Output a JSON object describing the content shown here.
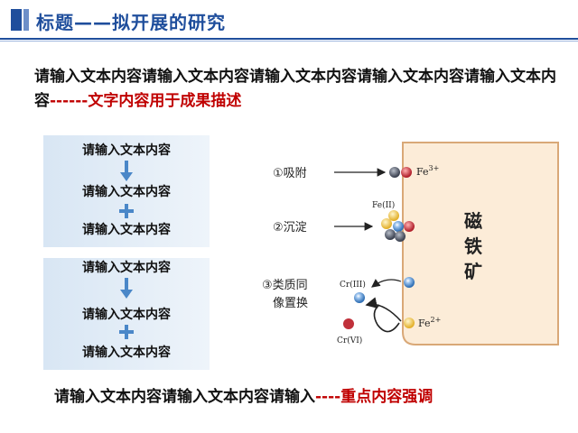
{
  "header": {
    "title": "标题——拟开展的研究"
  },
  "intro": {
    "text": "请输入文本内容请输入文本内容请输入文本内容请输入文本内容请输入文本内容",
    "emphasis": "------文字内容用于成果描述"
  },
  "flow_groups": [
    {
      "step1": "请输入文本内容",
      "step2": "请输入文本内容",
      "step3": "请输入文本内容"
    },
    {
      "step1": "请输入文本内容",
      "step2": "请输入文本内容",
      "step3": "请输入文本内容"
    }
  ],
  "diagram": {
    "labels": {
      "adsorb": "①吸附",
      "precipitate": "②沉淀",
      "substitute_line1": "③类质同",
      "substitute_line2": "像置换"
    },
    "species": {
      "fe3": "Fe",
      "fe3_charge": "3+",
      "fe2_ion": "Fe(II)",
      "cr3": "Cr(III)",
      "cr6": "Cr(VI)",
      "fe2": "Fe",
      "fe2_charge": "2+"
    },
    "mineral": [
      "磁",
      "铁",
      "矿"
    ],
    "colors": {
      "mineral_fill": "#fcecd8",
      "mineral_border": "#d9a877",
      "blue_ion": "#4a87c8",
      "red_ion": "#c0303a",
      "gray_ion": "#5a6070",
      "yellow_ion": "#f2c94c"
    }
  },
  "footer": {
    "text": "请输入文本内容请输入文本内容请输入",
    "emphasis": "----重点内容强调"
  }
}
